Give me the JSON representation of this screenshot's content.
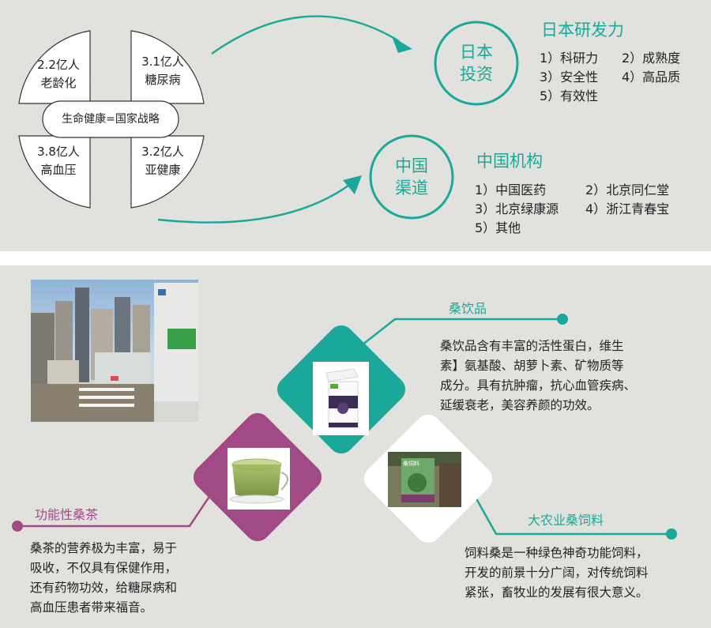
{
  "top": {
    "quadrants": [
      {
        "value": "2.2亿人",
        "label": "老龄化"
      },
      {
        "value": "3.1亿人",
        "label": "糖尿病"
      },
      {
        "value": "3.8亿人",
        "label": "高血压"
      },
      {
        "value": "3.2亿人",
        "label": "亚健康"
      }
    ],
    "center_label": "生命健康=国家战略",
    "japan": {
      "circle": [
        "日本",
        "投资"
      ],
      "heading": "日本研发力",
      "items": [
        "1）科研力",
        "2）成熟度",
        "3）安全性",
        "4）高品质",
        "5）有效性"
      ]
    },
    "china": {
      "circle": [
        "中国",
        "渠道"
      ],
      "heading": "中国机构",
      "items": [
        "1）中国医药",
        "2）北京同仁堂",
        "3）北京绿康源",
        "4）浙江青春宝",
        "5）其他"
      ]
    }
  },
  "bottom": {
    "drink": {
      "title": "桑饮品",
      "lines": [
        "桑饮品含有丰富的活性蛋白，维生",
        "素】氨基酸、胡萝卜素、矿物质等",
        "成分。具有抗肿瘤，抗心血管疾病、",
        "延缓衰老，美容养颜的功效。"
      ]
    },
    "tea": {
      "title": "功能性桑茶",
      "lines": [
        "桑茶的营养极为丰富，易于",
        "吸收，不仅具有保健作用，",
        "还有药物功效，给糖尿病和",
        "高血压患者带来福音。"
      ]
    },
    "feed": {
      "title": "大农业桑饲料",
      "lines": [
        "饲料桑是一种绿色神奇功能饲料，",
        "开发的前景十分广阔，对传统饲料",
        "紧张，畜牧业的发展有很大意义。"
      ],
      "package_text": "桑饲料"
    },
    "colors": {
      "teal": "#1aa89a",
      "purple": "#a24a85",
      "panel": "#e1e2de"
    }
  }
}
